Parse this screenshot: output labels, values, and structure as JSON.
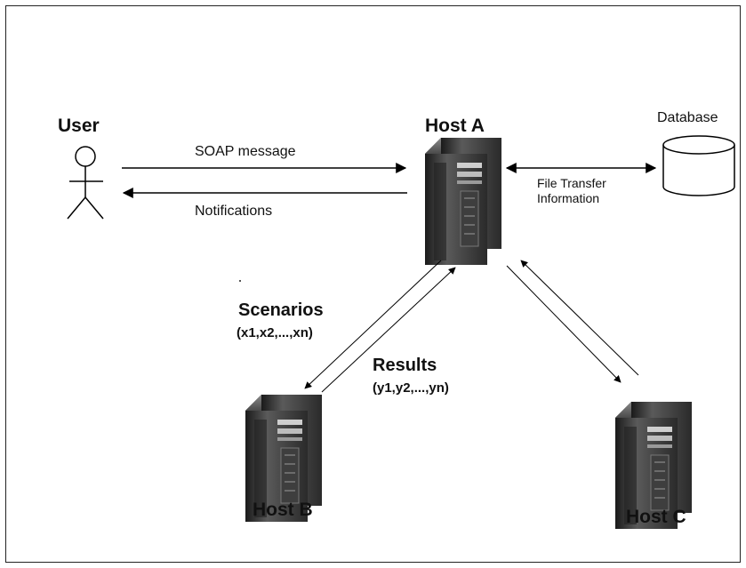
{
  "nodes": {
    "user": "User",
    "host_a": "Host A",
    "host_b": "Host B",
    "host_c": "Host C",
    "database": "Database"
  },
  "edges": {
    "soap_message": "SOAP message",
    "notifications": "Notifications",
    "file_transfer_line1": "File Transfer",
    "file_transfer_line2": "Information",
    "scenarios": "Scenarios",
    "scenarios_vector": "(x1,x2,...,xn)",
    "results": "Results",
    "results_vector": "(y1,y2,...,yn)"
  }
}
